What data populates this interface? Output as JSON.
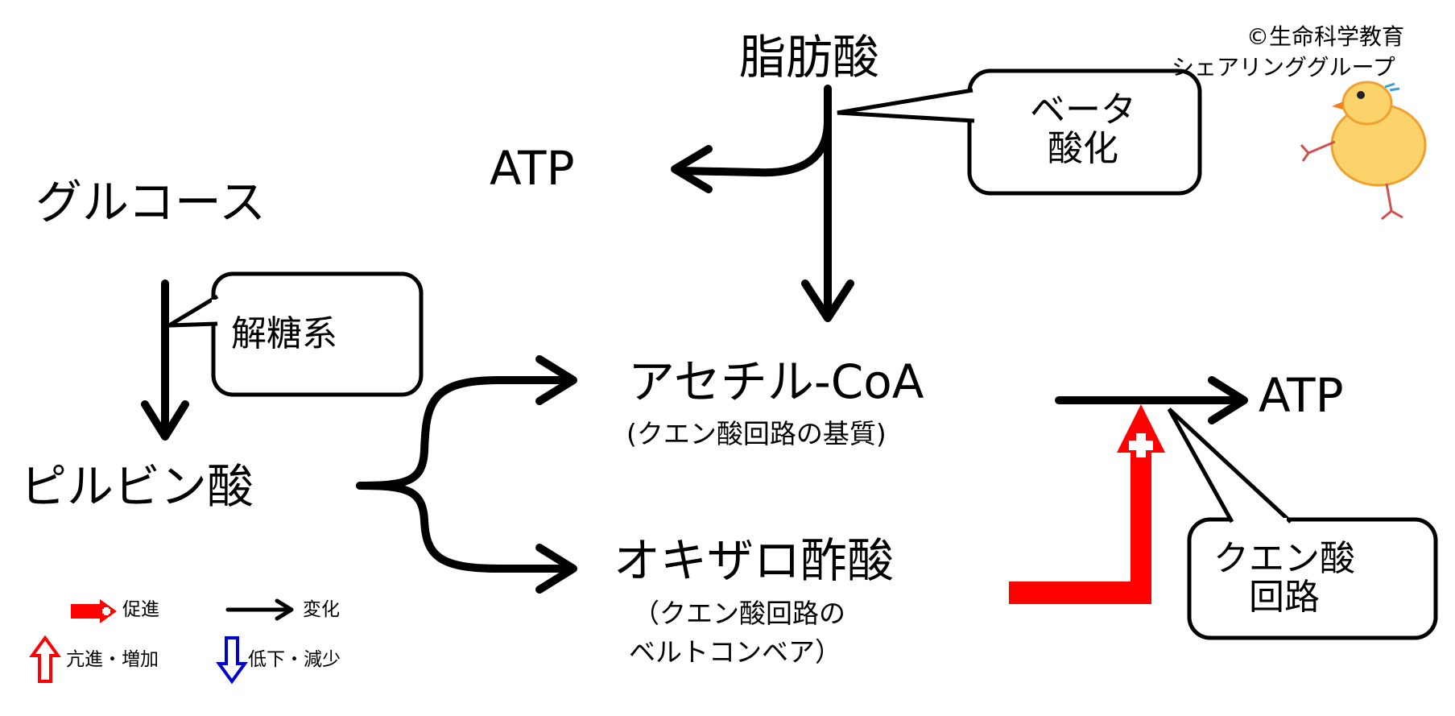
{
  "copyright": {
    "line1": "©生命科学教育",
    "line2": "シェアリンググループ"
  },
  "nodes": {
    "fatty_acid": "脂肪酸",
    "atp_top": "ATP",
    "glucose": "グルコース",
    "pyruvate": "ピルビン酸",
    "acetyl_coa": "アセチル-CoA",
    "acetyl_coa_note": "(クエン酸回路の基質)",
    "oxaloacetate": "オキザロ酢酸",
    "oxaloacetate_note_1": "（クエン酸回路の",
    "oxaloacetate_note_2": "ベルトコンベア）",
    "atp_right": "ATP"
  },
  "callouts": {
    "beta_oxidation_1": "ベータ",
    "beta_oxidation_2": "酸化",
    "glycolysis": "解糖系",
    "citric_cycle_1": "クエン酸",
    "citric_cycle_2": "回路"
  },
  "legend": {
    "promote": "促進",
    "change": "変化",
    "increase": "亢進・増加",
    "decrease": "低下・減少"
  },
  "colors": {
    "promote": "#ff0000",
    "decrease": "#0000cc",
    "line": "#000000"
  }
}
